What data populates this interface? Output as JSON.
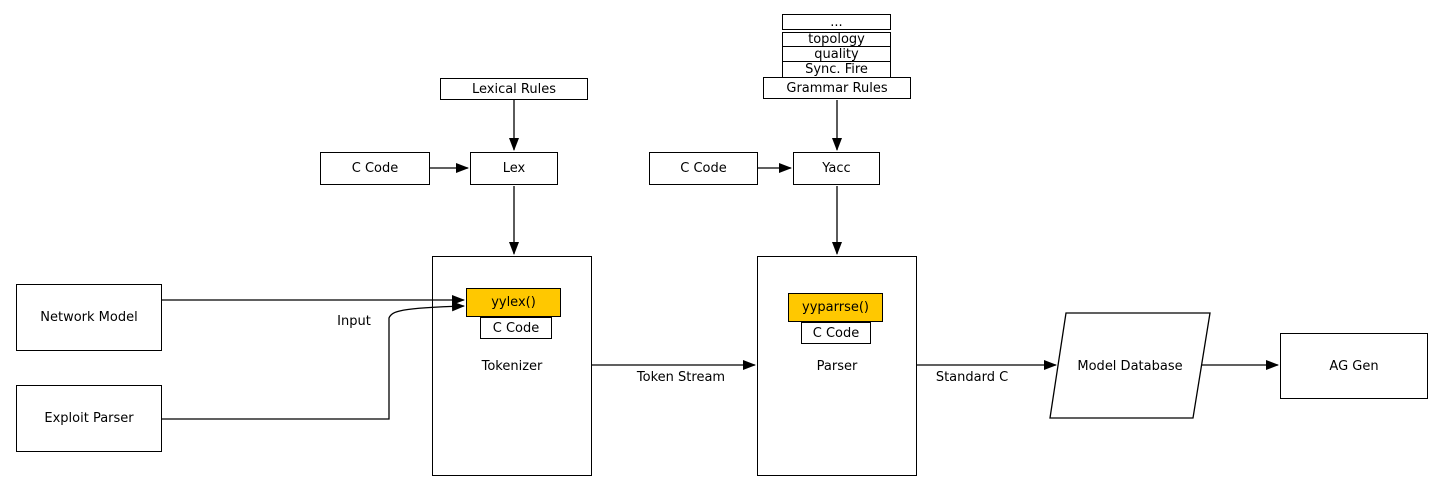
{
  "diagram": {
    "colors": {
      "highlight": "#FFC800",
      "line": "#000000",
      "background": "#FFFFFF"
    },
    "nodes": {
      "stack_rows": [
        "...",
        "topology",
        "quality",
        "Sync. Fire"
      ],
      "grammar_rules": "Grammar Rules",
      "lexical_rules": "Lexical Rules",
      "c_code_lex": "C Code",
      "lex": "Lex",
      "c_code_yacc": "C Code",
      "yacc": "Yacc",
      "network_model": "Network Model",
      "exploit_parser": "Exploit Parser",
      "tokenizer": {
        "label": "Tokenizer",
        "function": "yylex()",
        "code": "C Code"
      },
      "parser": {
        "label": "Parser",
        "function": "yyparrse()",
        "code": "C Code"
      },
      "model_database": "Model Database",
      "ag_gen": "AG Gen"
    },
    "edge_labels": {
      "input": "Input",
      "token_stream": "Token Stream",
      "standard_c": "Standard C"
    }
  }
}
